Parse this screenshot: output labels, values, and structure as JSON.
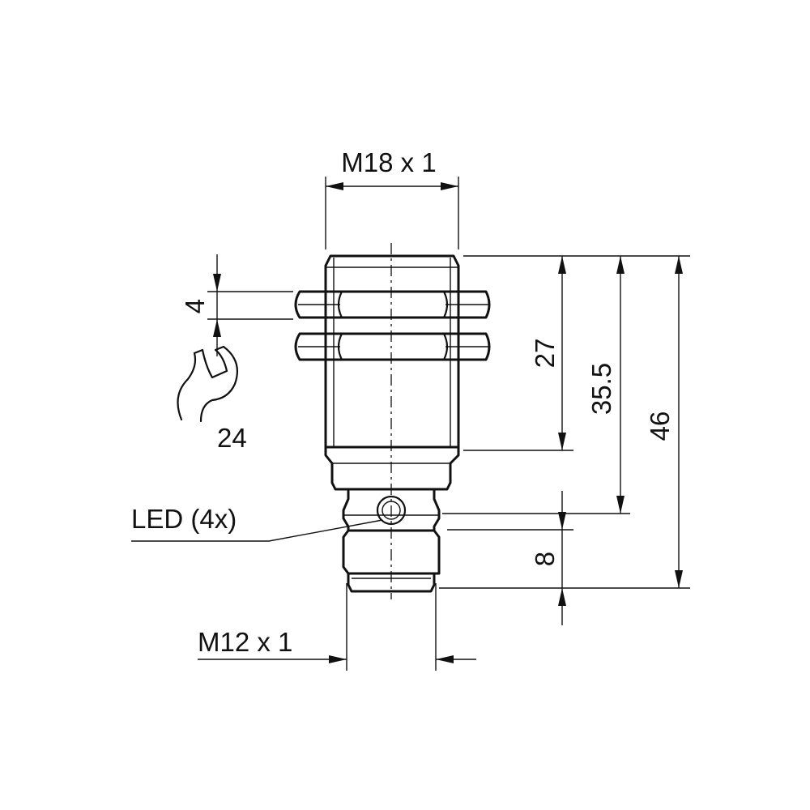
{
  "dimensions": {
    "thread_top": "M18 x 1",
    "thread_bottom": "M12 x 1",
    "nut_thickness": "4",
    "wrench_size": "24",
    "length_27": "27",
    "length_35_5": "35.5",
    "length_46": "46",
    "length_8": "8"
  },
  "labels": {
    "led": "LED (4x)"
  }
}
